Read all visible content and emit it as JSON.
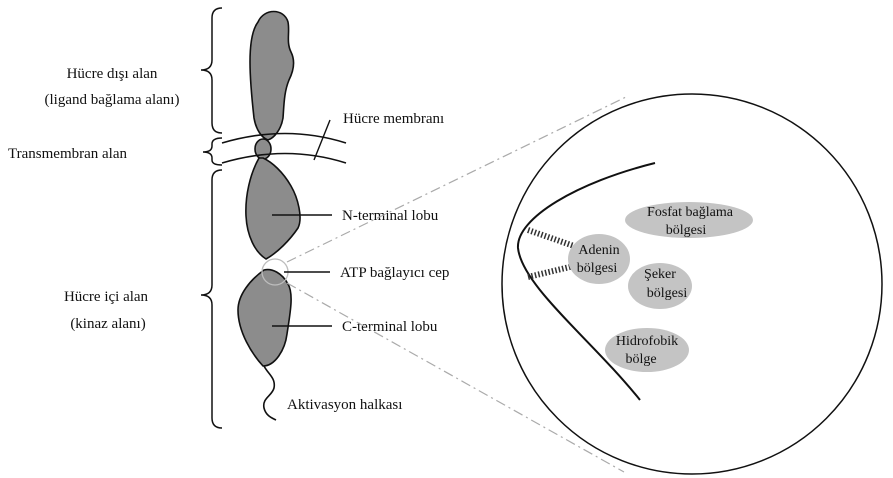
{
  "colors": {
    "protein_fill": "#8c8c8c",
    "zone_fill": "#c4c4c4",
    "line": "#111111",
    "dashdot": "#aaaaaa"
  },
  "left_labels": {
    "extracellular": {
      "line1": "Hücre dışı alan",
      "line2": "(ligand bağlama alanı)"
    },
    "transmembrane": "Transmembran alan",
    "intracellular": {
      "line1": "Hücre içi alan",
      "line2": "(kinaz alanı)"
    }
  },
  "right_labels": {
    "membrane": "Hücre membranı",
    "n_lobe": "N-terminal lobu",
    "atp_pocket": "ATP bağlayıcı cep",
    "c_lobe": "C-terminal lobu",
    "activation_loop": "Aktivasyon halkası"
  },
  "pocket_zones": {
    "phosphate": {
      "line1": "Fosfat bağlama",
      "line2": "bölgesi"
    },
    "adenine": {
      "line1": "Adenin",
      "line2": "bölgesi"
    },
    "sugar": {
      "line1": "Şeker",
      "line2": "bölgesi"
    },
    "hydrophobic": {
      "line1": "Hidrofobik",
      "line2": "bölge"
    }
  }
}
